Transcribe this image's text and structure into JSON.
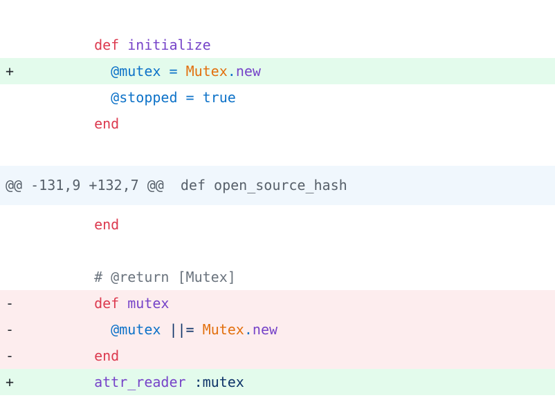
{
  "app": {
    "name": "code-diff-view",
    "language": "ruby"
  },
  "colors": {
    "page_bg": "#ffffff",
    "addition_bg": "#e3fbec",
    "deletion_bg": "#fdedee",
    "hunk_bg": "#f0f7fd",
    "hunk_text": "#57606a",
    "marker_text": "#24292e",
    "syntax": {
      "plain": "#24292e",
      "keyword": "#dc3a4f",
      "method": "#7643c8",
      "variable": "#0d72c8",
      "constant": "#e2700e",
      "symbol": "#0d3368",
      "comment": "#6a737d"
    }
  },
  "diff": {
    "hunk_header": "@@ -131,9 +132,7 @@  def open_source_hash",
    "markers": {
      "addition": "+",
      "deletion": "-",
      "context": " "
    },
    "rows": [
      {
        "type": "blank"
      },
      {
        "type": "context",
        "marker": " ",
        "tokens": [
          [
            "plain",
            "  "
          ],
          [
            "keyword",
            "def"
          ],
          [
            "plain",
            " "
          ],
          [
            "method",
            "initialize"
          ]
        ]
      },
      {
        "type": "add",
        "marker": "+",
        "tokens": [
          [
            "plain",
            "    "
          ],
          [
            "variable",
            "@mutex"
          ],
          [
            "plain",
            " "
          ],
          [
            "variable",
            "="
          ],
          [
            "plain",
            " "
          ],
          [
            "constant",
            "Mutex"
          ],
          [
            "variable",
            "."
          ],
          [
            "method",
            "new"
          ]
        ]
      },
      {
        "type": "context",
        "marker": " ",
        "tokens": [
          [
            "plain",
            "    "
          ],
          [
            "variable",
            "@stopped"
          ],
          [
            "plain",
            " "
          ],
          [
            "variable",
            "="
          ],
          [
            "plain",
            " "
          ],
          [
            "variable",
            "true"
          ]
        ]
      },
      {
        "type": "context",
        "marker": " ",
        "tokens": [
          [
            "plain",
            "  "
          ],
          [
            "keyword",
            "end"
          ]
        ]
      },
      {
        "type": "blank"
      },
      {
        "type": "hunk"
      },
      {
        "type": "context",
        "marker": " ",
        "tokens": [
          [
            "plain",
            "  "
          ],
          [
            "keyword",
            "end"
          ]
        ]
      },
      {
        "type": "blank"
      },
      {
        "type": "context",
        "marker": " ",
        "tokens": [
          [
            "plain",
            "  "
          ],
          [
            "comment",
            "# @return [Mutex]"
          ]
        ]
      },
      {
        "type": "del",
        "marker": "-",
        "tokens": [
          [
            "plain",
            "  "
          ],
          [
            "keyword",
            "def"
          ],
          [
            "plain",
            " "
          ],
          [
            "method",
            "mutex"
          ]
        ]
      },
      {
        "type": "del",
        "marker": "-",
        "tokens": [
          [
            "plain",
            "    "
          ],
          [
            "variable",
            "@mutex"
          ],
          [
            "plain",
            " "
          ],
          [
            "symbol",
            "||="
          ],
          [
            "plain",
            " "
          ],
          [
            "constant",
            "Mutex"
          ],
          [
            "variable",
            "."
          ],
          [
            "method",
            "new"
          ]
        ]
      },
      {
        "type": "del",
        "marker": "-",
        "tokens": [
          [
            "plain",
            "  "
          ],
          [
            "keyword",
            "end"
          ]
        ]
      },
      {
        "type": "add",
        "marker": "+",
        "tokens": [
          [
            "plain",
            "  "
          ],
          [
            "method",
            "attr_reader"
          ],
          [
            "plain",
            " "
          ],
          [
            "symbol",
            ":mutex"
          ]
        ]
      }
    ]
  }
}
